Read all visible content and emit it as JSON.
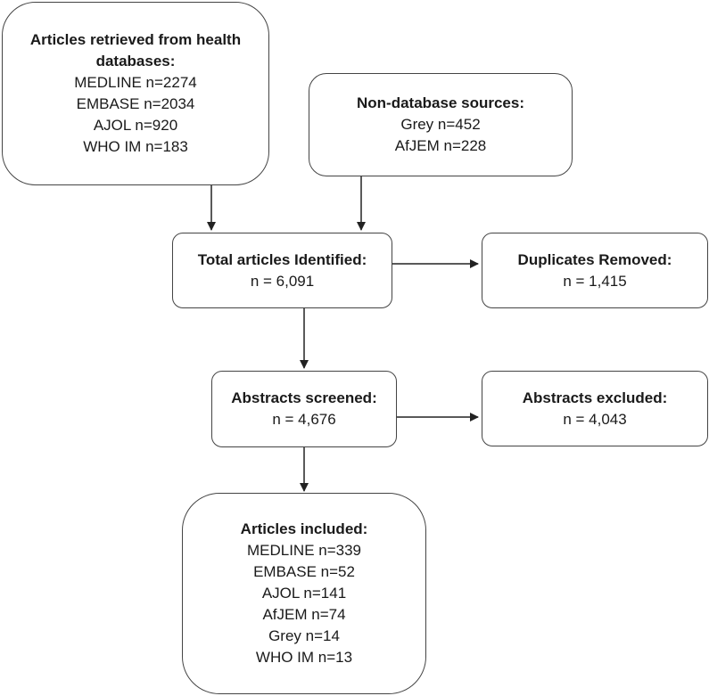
{
  "flowchart": {
    "boxes": {
      "health_databases": {
        "title": "Articles retrieved from health databases:",
        "lines": [
          "MEDLINE n=2274",
          "EMBASE n=2034",
          "AJOL n=920",
          "WHO IM n=183"
        ]
      },
      "non_database": {
        "title": "Non-database sources:",
        "lines": [
          "Grey n=452",
          "AfJEM n=228"
        ]
      },
      "total_identified": {
        "title": "Total articles Identified:",
        "lines": [
          "n = 6,091"
        ]
      },
      "duplicates_removed": {
        "title": "Duplicates Removed:",
        "lines": [
          "n = 1,415"
        ]
      },
      "abstracts_screened": {
        "title": "Abstracts screened:",
        "lines": [
          "n = 4,676"
        ]
      },
      "abstracts_excluded": {
        "title": "Abstracts excluded:",
        "lines": [
          "n = 4,043"
        ]
      },
      "articles_included": {
        "title": "Articles included:",
        "lines": [
          "MEDLINE n=339",
          "EMBASE n=52",
          "AJOL n=141",
          "AfJEM n=74",
          "Grey n=14",
          "WHO IM n=13"
        ]
      }
    },
    "edges": [
      {
        "from": "health_databases",
        "to": "total_identified"
      },
      {
        "from": "non_database",
        "to": "total_identified"
      },
      {
        "from": "total_identified",
        "to": "duplicates_removed"
      },
      {
        "from": "total_identified",
        "to": "abstracts_screened"
      },
      {
        "from": "abstracts_screened",
        "to": "abstracts_excluded"
      },
      {
        "from": "abstracts_screened",
        "to": "articles_included"
      }
    ]
  }
}
